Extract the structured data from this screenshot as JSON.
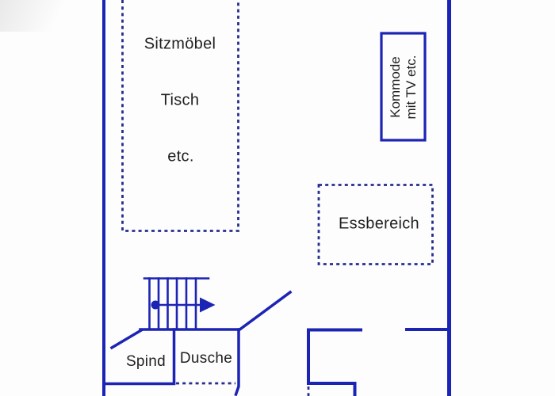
{
  "document": {
    "type": "scanned floor plan",
    "language": "de"
  },
  "colors": {
    "wall": "#1c24b4",
    "dashed": "#262e8d",
    "text": "#1f1f1f",
    "paper": "#fdfdfd"
  },
  "rooms": {
    "seating_area": {
      "line1": "Sitzmöbel",
      "line2": "Tisch",
      "line3": "etc."
    },
    "kommode": {
      "line1": "Kommode",
      "line2": "mit TV etc."
    },
    "dining": {
      "label": "Essbereich"
    },
    "locker": {
      "label": "Spind"
    },
    "shower": {
      "label": "Dusche"
    }
  },
  "stairs": {
    "steps": 6,
    "start_marker_icon": "stair-start-dot",
    "direction_icon": "arrow-right"
  }
}
